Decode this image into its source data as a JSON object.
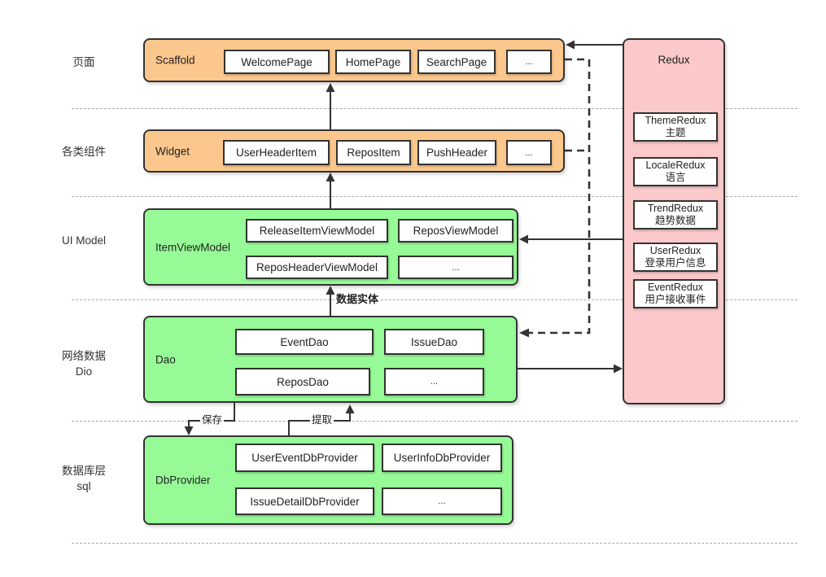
{
  "left_labels": {
    "page": "页面",
    "widgets": "各类组件",
    "ui_model": "UI Model",
    "network": "网络数据\nDio",
    "database": "数据库层\nsql"
  },
  "layers": {
    "scaffold": {
      "label": "Scaffold",
      "items": [
        "WelcomePage",
        "HomePage",
        "SearchPage",
        "..."
      ]
    },
    "widget": {
      "label": "Widget",
      "items": [
        "UserHeaderItem",
        "ReposItem",
        "PushHeader",
        "..."
      ]
    },
    "item_view_model": {
      "label": "ItemViewModel",
      "items": [
        "ReleaseItemViewModel",
        "ReposViewModel",
        "ReposHeaderViewModel",
        "..."
      ]
    },
    "dao": {
      "label": "Dao",
      "items": [
        "EventDao",
        "IssueDao",
        "ReposDao",
        "..."
      ]
    },
    "db_provider": {
      "label": "DbProvider",
      "items": [
        "UserEventDbProvider",
        "UserInfoDbProvider",
        "IssueDetailDbProvider",
        "..."
      ]
    }
  },
  "redux": {
    "title": "Redux",
    "items": [
      {
        "name": "ThemeRedux",
        "desc": "主题"
      },
      {
        "name": "LocaleRedux",
        "desc": "语言"
      },
      {
        "name": "TrendRedux",
        "desc": "趋势数据"
      },
      {
        "name": "UserRedux",
        "desc": "登录用户信息"
      },
      {
        "name": "EventRedux",
        "desc": "用户接收事件"
      }
    ]
  },
  "edge_labels": {
    "data_entity": "数据实体",
    "save": "保存",
    "extract": "提取"
  },
  "colors": {
    "page_layer": "#fbc78d",
    "data_layer": "#96fb96",
    "redux_layer": "#fbc9c9",
    "border": "#333333",
    "separator": "#a9a9a9"
  }
}
